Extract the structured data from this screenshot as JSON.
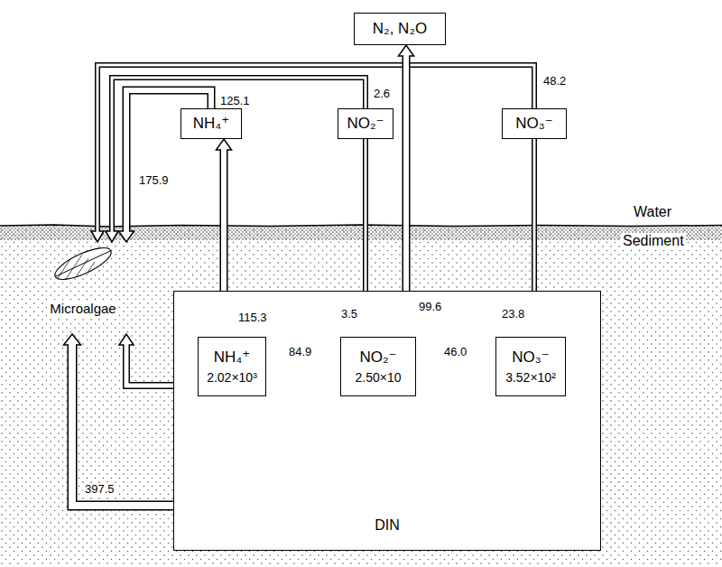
{
  "diagram": {
    "nodes": [
      {
        "text": [
          "N₂, N₂O"
        ]
      },
      {
        "text": [
          "NH₄⁺"
        ]
      },
      {
        "text": [
          "NO₂⁻"
        ]
      },
      {
        "text": [
          "NO₃⁻"
        ]
      },
      {
        "text": [
          "Microalgae"
        ]
      },
      {
        "text": [
          "DIN"
        ]
      },
      {
        "text": [
          "NH₄⁺",
          "2.02×10³"
        ],
        "in": 5
      },
      {
        "text": [
          "NO₂⁻",
          "2.50×10"
        ],
        "in": 5
      },
      {
        "text": [
          "NO₃⁻",
          "3.52×10²"
        ],
        "in": 5
      }
    ],
    "edges": [
      {
        "from": 1,
        "to": 4,
        "label": "125.1",
        "arrow": "to"
      },
      {
        "from": 2,
        "to": 4,
        "label": "2.6",
        "arrow": "to"
      },
      {
        "from": 3,
        "to": 4,
        "label": "48.2",
        "arrow": "to"
      },
      {
        "from": 6,
        "to": 1,
        "label": "115.3",
        "arrow": "to"
      },
      {
        "from": 2,
        "to": 7,
        "label": "3.5",
        "arrow": "to"
      },
      {
        "from": 3,
        "to": 8,
        "label": "23.8",
        "arrow": "to"
      },
      {
        "from": 6,
        "to": 7,
        "label": "84.9",
        "arrow": "to"
      },
      {
        "from": 7,
        "to": 8,
        "label": "46.0",
        "arrow": "to"
      },
      {
        "from": 7,
        "to": 0,
        "label": "99.6",
        "arrow": "to"
      },
      {
        "from": 5,
        "to": 4,
        "label": "397.5",
        "arrow": "to"
      },
      {
        "from": 6,
        "to": 4,
        "arrow": "to"
      }
    ],
    "labels": [
      "175.9",
      "Water",
      "Sediment"
    ]
  }
}
